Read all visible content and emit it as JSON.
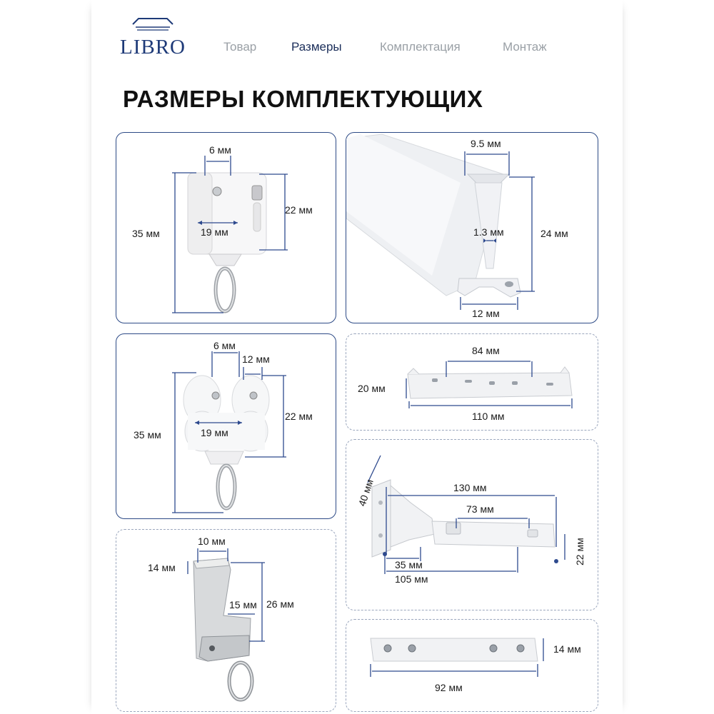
{
  "brand": {
    "name": "LIBRO"
  },
  "nav": [
    {
      "label": "Товар",
      "active": false
    },
    {
      "label": "Размеры",
      "active": true
    },
    {
      "label": "Комплектация",
      "active": false
    },
    {
      "label": "Монтаж",
      "active": false
    }
  ],
  "title": "РАЗМЕРЫ КОМПЛЕКТУЮЩИХ",
  "colors": {
    "accent": "#1e3a78",
    "border": "#2d4a86",
    "dashed": "#9aa6bd",
    "active_nav": "#1b2e5a",
    "inactive_nav": "#9aa0a6"
  },
  "cards": {
    "runner_single": {
      "w6": "6 мм",
      "h22": "22 мм",
      "w19": "19 мм",
      "h35": "35 мм"
    },
    "profile": {
      "w95": "9.5 мм",
      "t13": "1.3 мм",
      "h24": "24 мм",
      "w12": "12 мм"
    },
    "runner_double": {
      "w6": "6 мм",
      "w12": "12 мм",
      "h22": "22 мм",
      "w19": "19 мм",
      "h35": "35 мм"
    },
    "plate": {
      "w84": "84 мм",
      "h20": "20 мм",
      "w110": "110 мм"
    },
    "bracket": {
      "h40": "40 мм",
      "w130": "130 мм",
      "w73": "73 мм",
      "h22": "22 мм",
      "w35": "35 мм",
      "w105": "105 мм"
    },
    "hook": {
      "w10": "10 мм",
      "h14": "14 мм",
      "w15": "15 мм",
      "h26": "26 мм"
    },
    "connector": {
      "h14": "14 мм",
      "w92": "92 мм"
    }
  }
}
